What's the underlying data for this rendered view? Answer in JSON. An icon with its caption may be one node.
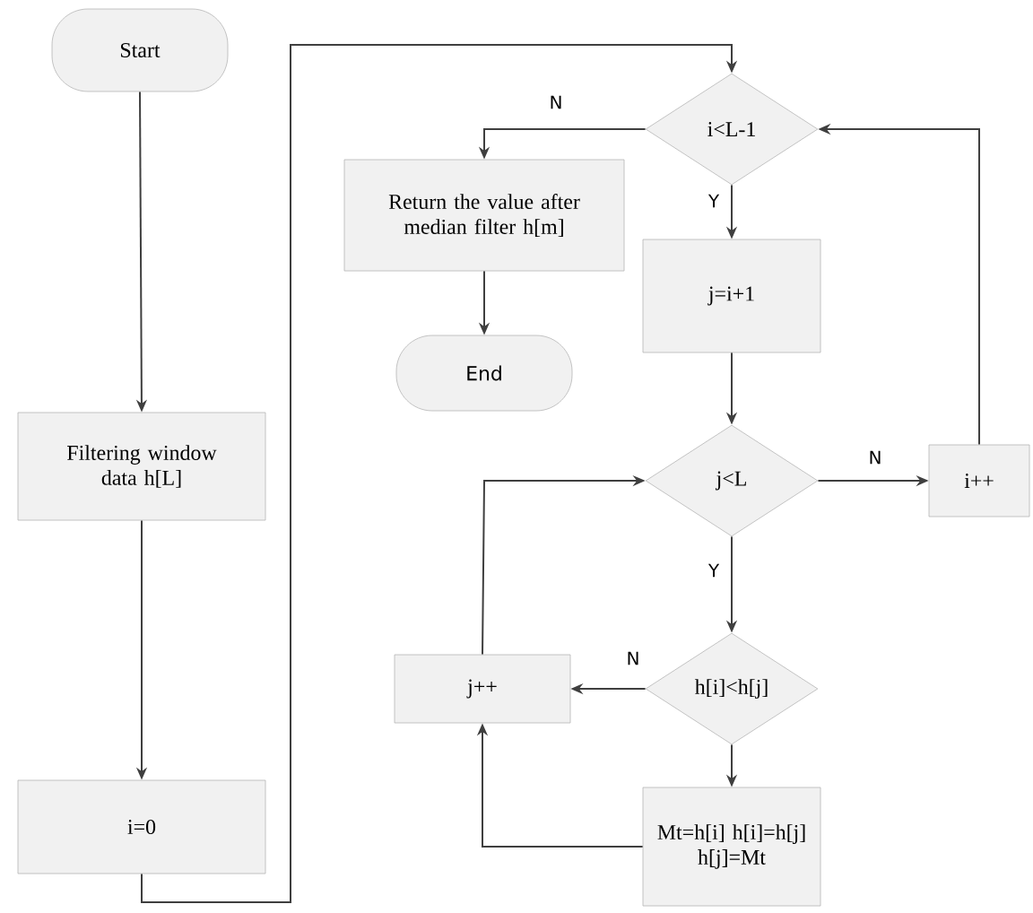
{
  "diagram": {
    "nodes": [
      {
        "text": [
          "Start"
        ]
      },
      {
        "text": [
          "Filtering window data h[L]"
        ]
      },
      {
        "text": [
          "i=0"
        ]
      },
      {
        "text": [
          "i<L-1"
        ]
      },
      {
        "text": [
          "Return the value after median filter h[m]"
        ]
      },
      {
        "text": [
          "End"
        ]
      },
      {
        "text": [
          "j=i+1"
        ]
      },
      {
        "text": [
          "j<L"
        ]
      },
      {
        "text": [
          "i++"
        ]
      },
      {
        "text": [
          "h[i]<h[j]"
        ]
      },
      {
        "text": [
          "j++"
        ]
      },
      {
        "text": [
          "Mt=h[i] h[i]=h[j] h[j]=Mt"
        ]
      }
    ],
    "edges": [
      {
        "from": 0,
        "to": 1,
        "arrow": "to"
      },
      {
        "from": 1,
        "to": 2,
        "arrow": "to"
      },
      {
        "from": 2,
        "to": 3,
        "arrow": "to"
      },
      {
        "from": 3,
        "to": 4,
        "arrow": "to",
        "label": "N"
      },
      {
        "from": 4,
        "to": 5,
        "arrow": "to"
      },
      {
        "from": 3,
        "to": 6,
        "arrow": "to",
        "label": "Y"
      },
      {
        "from": 6,
        "to": 7,
        "arrow": "to"
      },
      {
        "from": 7,
        "to": 8,
        "arrow": "to",
        "label": "N"
      },
      {
        "from": 8,
        "to": 3,
        "arrow": "to"
      },
      {
        "from": 7,
        "to": 9,
        "arrow": "to",
        "label": "Y"
      },
      {
        "from": 9,
        "to": 10,
        "arrow": "to",
        "label": "N"
      },
      {
        "from": 9,
        "to": 11,
        "arrow": "to"
      },
      {
        "from": 11,
        "to": 10,
        "arrow": "to"
      },
      {
        "from": 10,
        "to": 7,
        "arrow": "to"
      }
    ]
  }
}
